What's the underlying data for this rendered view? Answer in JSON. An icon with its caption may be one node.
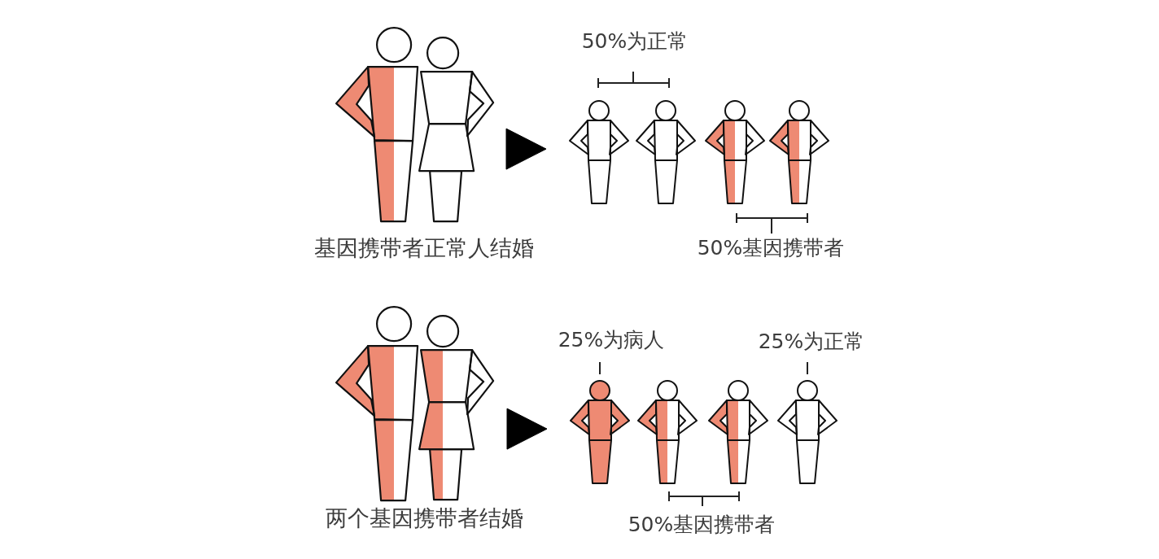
{
  "diagram": {
    "nodes": [
      {
        "text": [],
        "shape": "person"
      },
      {
        "text": [],
        "shape": "person"
      },
      {
        "text": [],
        "shape": "person"
      },
      {
        "text": [],
        "shape": "person"
      },
      {
        "text": [],
        "shape": "person"
      },
      {
        "text": [],
        "shape": "person"
      },
      {
        "text": [],
        "shape": "person"
      },
      {
        "text": [],
        "shape": "person"
      },
      {
        "text": [],
        "shape": "person"
      },
      {
        "text": [],
        "shape": "person"
      },
      {
        "text": [],
        "shape": "person"
      },
      {
        "text": [],
        "shape": "person"
      }
    ],
    "edges": [
      {
        "from": 1,
        "to": 2,
        "arrow": "to"
      },
      {
        "from": 7,
        "to": 8,
        "arrow": "to"
      }
    ],
    "labels": [
      "50%为正常",
      "基因携带者正常人结婚",
      "50%基因携带者",
      "25%为病人",
      "25%为正常",
      "两个基因携带者结婚",
      "50%基因携带者"
    ]
  }
}
